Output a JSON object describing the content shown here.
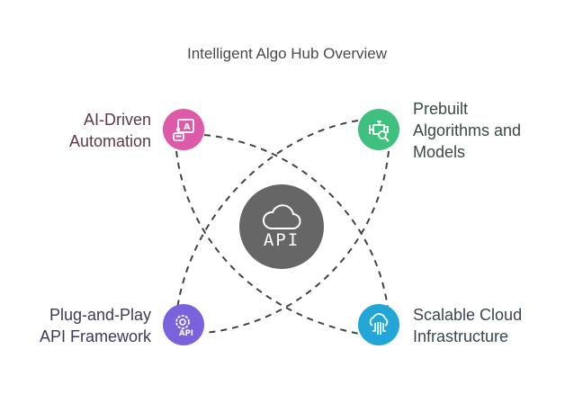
{
  "title": "Intelligent Algo Hub Overview",
  "hub": {
    "label": "API",
    "icon": "cloud-icon",
    "color": "#666666"
  },
  "nodes": [
    {
      "id": "ai-driven-automation",
      "label_lines": [
        "AI-Driven",
        "Automation"
      ],
      "icon": "presentation-robot-icon",
      "color": "#dd5aa9",
      "text_color": "#5a3a4a"
    },
    {
      "id": "prebuilt-algorithms",
      "label_lines": [
        "Prebuilt",
        "Algorithms and",
        "Models"
      ],
      "icon": "engine-search-icon",
      "color": "#3fc07f",
      "text_color": "#3a4a42"
    },
    {
      "id": "plug-and-play-api",
      "label_lines": [
        "Plug-and-Play",
        "API Framework"
      ],
      "icon": "gear-api-icon",
      "color": "#7b62dd",
      "text_color": "#3e3a5a"
    },
    {
      "id": "scalable-cloud",
      "label_lines": [
        "Scalable Cloud",
        "Infrastructure"
      ],
      "icon": "cloud-circuit-icon",
      "color": "#22a6d8",
      "text_color": "#3a4650"
    }
  ],
  "connector_color": "#444444"
}
